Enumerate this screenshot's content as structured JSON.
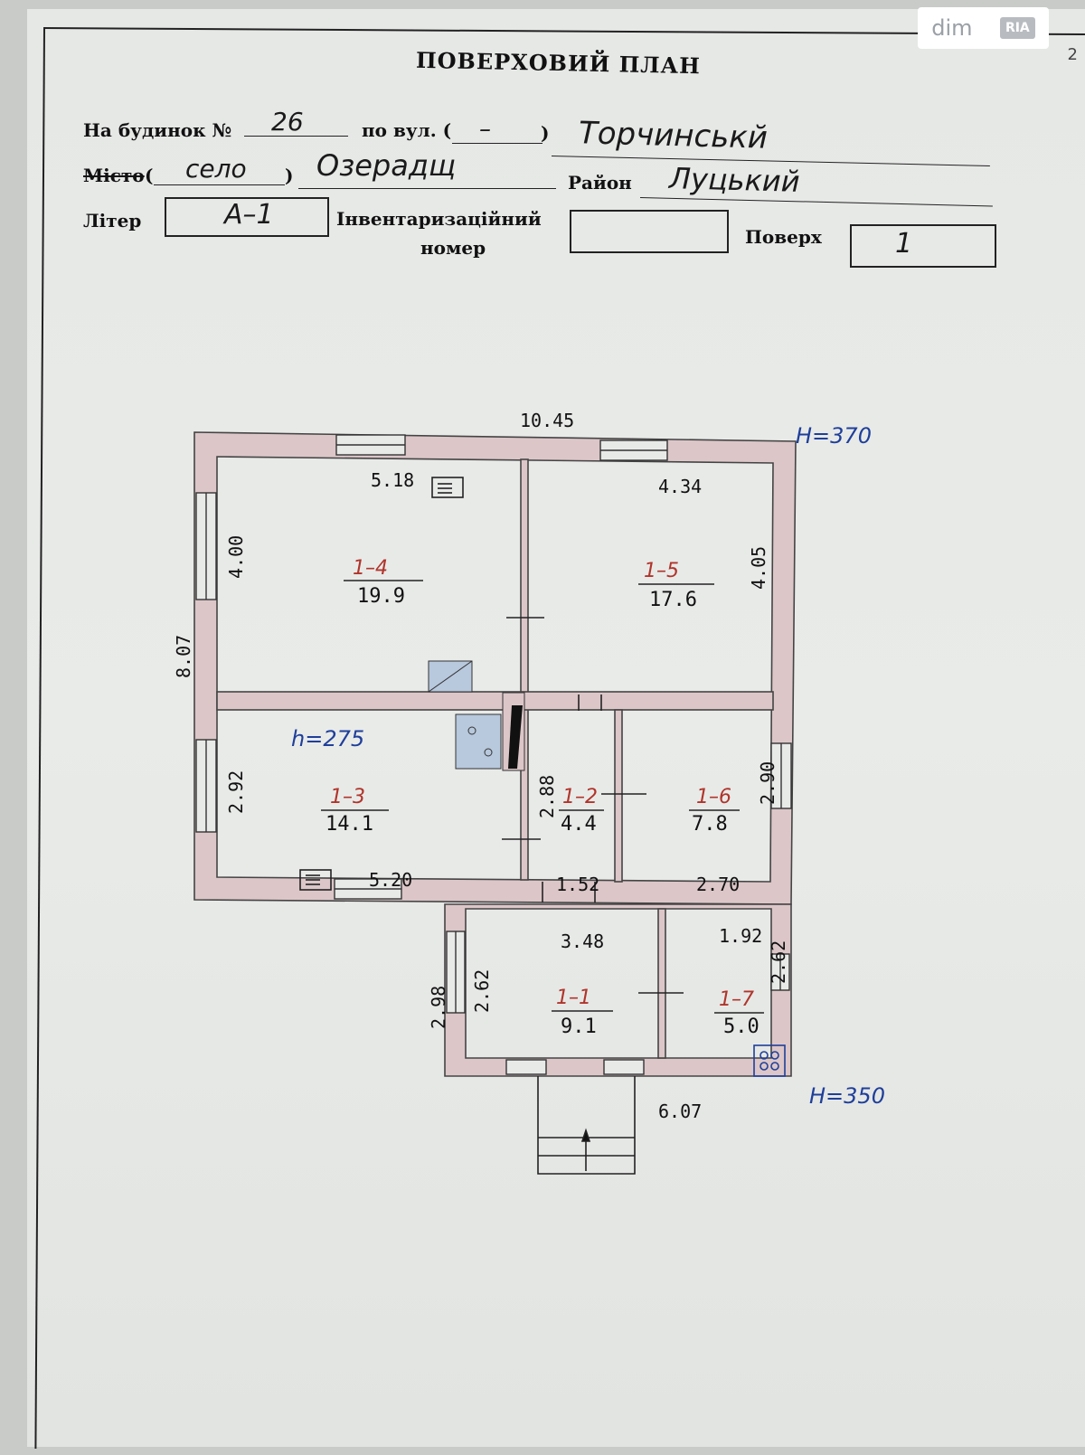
{
  "watermark": {
    "brand": "dim",
    "sub": "RIA"
  },
  "page_number": "2",
  "title": "ПОВЕРХОВИЙ ПЛАН",
  "header": {
    "house_label": "На будинок №",
    "house_no": "26",
    "street_label": "по вул. (",
    "street_type": "–",
    "street_close": ")",
    "street_name": "Торчинськй",
    "city_label": "Місто",
    "city_open": "(",
    "city_type": "село",
    "city_close": ")",
    "city_name": "Озерадщ",
    "district_label": "Район",
    "district_name": "Луцький",
    "liter_label": "Літер",
    "liter_value": "А–1",
    "inventory_label_1": "Інвентаризаційний",
    "inventory_label_2": "номер",
    "inventory_value": "",
    "floor_label": "Поверх",
    "floor_value": "1"
  },
  "plan": {
    "overall_width": "10.45",
    "overall_depth": "8.07",
    "height_main": "Н=370",
    "height_extension": "Н=350",
    "height_room_1_3": "h=275",
    "extension_width": "6.07",
    "rooms": [
      {
        "id": "1–4",
        "area": "19.9"
      },
      {
        "id": "1–5",
        "area": "17.6"
      },
      {
        "id": "1–3",
        "area": "14.1"
      },
      {
        "id": "1–2",
        "area": "4.4"
      },
      {
        "id": "1–6",
        "area": "7.8"
      },
      {
        "id": "1–1",
        "area": "9.1"
      },
      {
        "id": "1–7",
        "area": "5.0"
      }
    ],
    "dims": {
      "r14_w": "5.18",
      "r14_h": "4.00",
      "r15_w": "4.34",
      "r15_h": "4.05",
      "r13_w": "5.20",
      "r13_h": "2.92",
      "r12_w": "1.52",
      "r12_h": "2.88",
      "r16_w": "2.70",
      "r16_h": "2.90",
      "r11_w": "3.48",
      "r11_h": "2.62",
      "ext_h": "2.98",
      "r17_w": "1.92",
      "r17_h": "2.62"
    }
  }
}
